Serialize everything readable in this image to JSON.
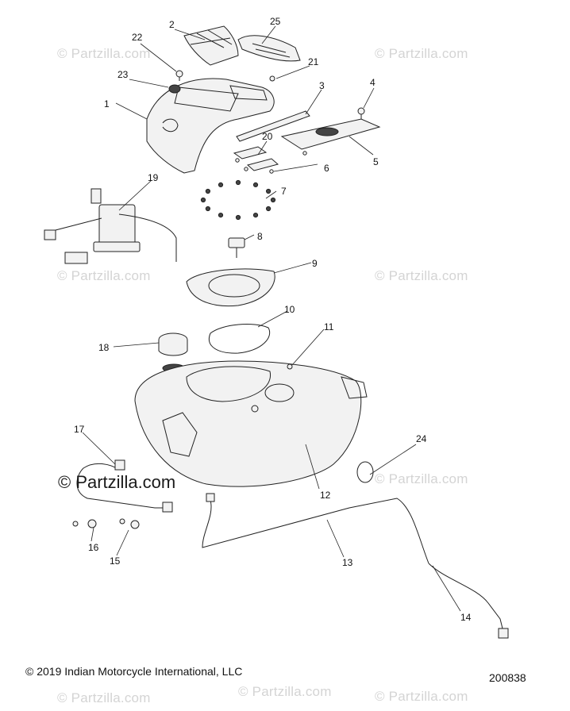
{
  "watermarks": [
    "© Partzilla.com",
    "© Partzilla.com",
    "© Partzilla.com",
    "© Partzilla.com",
    "© Partzilla.com",
    "© Partzilla.com",
    "© Partzilla.com",
    "© Partzilla.com"
  ],
  "watermark_main": "© Partzilla.com",
  "callouts": [
    "1",
    "2",
    "3",
    "4",
    "5",
    "6",
    "7",
    "8",
    "9",
    "10",
    "11",
    "12",
    "13",
    "14",
    "15",
    "16",
    "17",
    "18",
    "19",
    "20",
    "21",
    "22",
    "23",
    "24",
    "25"
  ],
  "footer": {
    "copyright": "© 2019 Indian Motorcycle International, LLC",
    "diagram_number": "200838"
  }
}
